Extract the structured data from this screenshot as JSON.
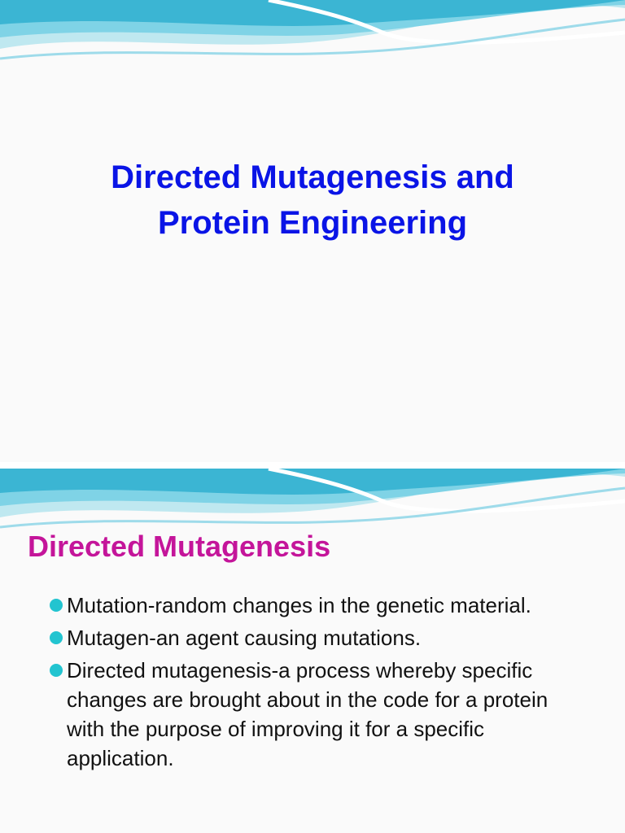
{
  "slides": [
    {
      "title_lines": [
        "Directed Mutagenesis and",
        "Protein Engineering"
      ]
    },
    {
      "heading": "Directed Mutagenesis",
      "bullets": [
        "Mutation-random changes in the genetic material.",
        "Mutagen-an agent causing mutations.",
        "Directed mutagenesis-a process whereby specific changes are brought about in the code for a protein with the purpose of improving it for a specific application."
      ]
    }
  ],
  "colors": {
    "title": "#0a14e6",
    "heading": "#c4159a",
    "bullet_marker": "#22c4d0",
    "wave_light": "#bfe8f0",
    "wave_mid": "#7fd3e6",
    "wave_dark": "#3bb5d3"
  }
}
